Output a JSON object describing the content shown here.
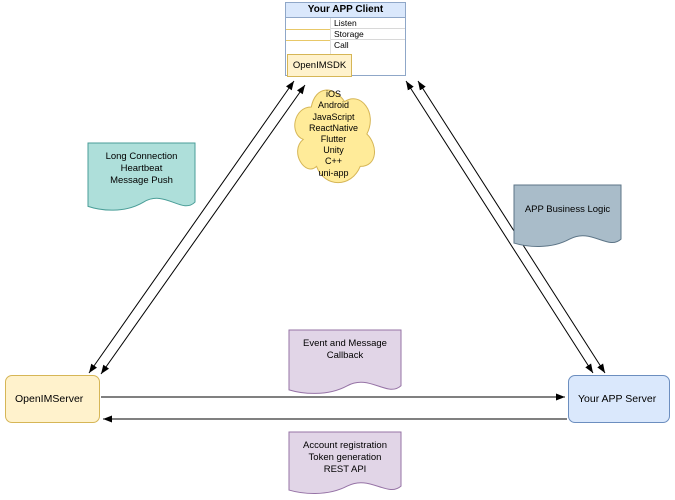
{
  "client": {
    "title": "Your APP Client",
    "methods": [
      "Listen",
      "Storage",
      "Call"
    ],
    "sdk_label": "OpenIMSDK"
  },
  "platforms": [
    "iOS",
    "Android",
    "JavaScript",
    "ReactNative",
    "Flutter",
    "Unity",
    "C++",
    "uni-app"
  ],
  "nodes": {
    "openim_server": "OpenIMServer",
    "app_server": "Your APP Server"
  },
  "callouts": {
    "long_connection": {
      "lines": [
        "Long Connection",
        "Heartbeat",
        "Message Push"
      ]
    },
    "business_logic": {
      "lines": [
        "APP Business Logic"
      ]
    },
    "event_callback": {
      "lines": [
        "Event and Message",
        "Callback"
      ]
    },
    "rest_api": {
      "lines": [
        "Account registration",
        "Token generation",
        "REST API"
      ]
    }
  },
  "colors": {
    "client_header_fill": "#dae8fc",
    "client_border": "#8fa7c8",
    "yellow_fill": "#fff2cc",
    "yellow_border": "#d6b656",
    "blue_fill": "#dae8fc",
    "blue_border": "#6c8ebf",
    "teal_fill": "#aedfda",
    "teal_border": "#4a9e98",
    "slate_fill": "#a9bcc9",
    "slate_border": "#5d7587",
    "purple_fill": "#e1d5e7",
    "purple_border": "#9673a6",
    "cloud_fill": "#ffeb99",
    "cloud_border": "#d6b656",
    "connector": "#000000"
  }
}
